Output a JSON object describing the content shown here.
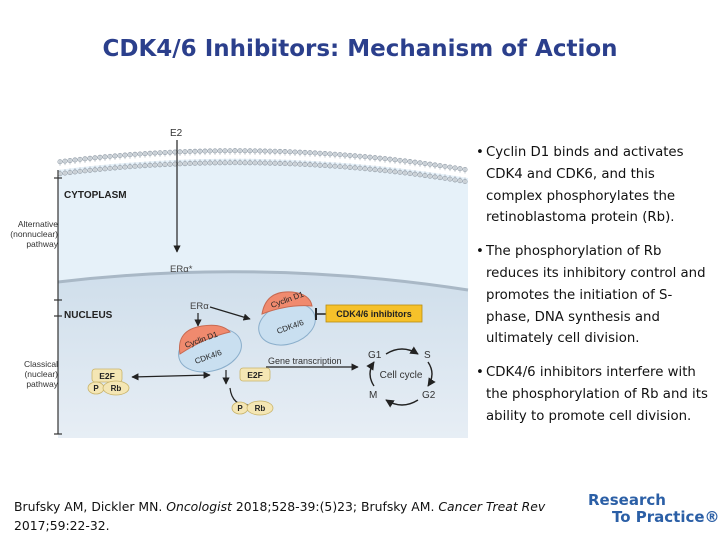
{
  "slide": {
    "title": "CDK4/6 Inhibitors: Mechanism of Action"
  },
  "diagram": {
    "e2": "E2",
    "cytoplasm": "CYTOPLASM",
    "nucleus": "NUCLEUS",
    "alt_pathway": [
      "Alternative",
      "(nonnuclear)",
      "pathway"
    ],
    "classical_pathway": [
      "Classical",
      "(nuclear)",
      "pathway"
    ],
    "er_alpha_star": "ERα*",
    "er_alpha": "ERα",
    "cyclin_d1": "Cyclin D1",
    "cdk46": "CDK4/6",
    "inhibitors_label": "CDK4/6 inhibitors",
    "gene_transcription": "Gene transcription",
    "e2f": "E2F",
    "p": "P",
    "rb": "Rb",
    "g1": "G1",
    "s": "S",
    "m": "M",
    "g2": "G2",
    "cell_cycle": "Cell cycle",
    "colors": {
      "cytoplasm": "#e6f1f9",
      "nucleus": "#d4e3ef",
      "membrane": "#9aa4ae",
      "cyclin": "#f08a6e",
      "cdk": "#c9dff0",
      "inhibitor_box": "#f6c12a",
      "e2f": "#f4e6b4"
    }
  },
  "bullets": [
    "Cyclin D1 binds and activates CDK4 and CDK6, and this complex phosphorylates the retinoblastoma protein (Rb).",
    "The phosphorylation of Rb reduces its inhibitory control and promotes the initiation of S-phase, DNA synthesis and ultimately cell division.",
    "CDK4/6 inhibitors interfere with the phosphorylation of Rb and its ability to promote cell division."
  ],
  "citation": {
    "part1": "Brufsky AM, Dickler MN. ",
    "journal1": "Oncologist",
    "part2": " 2018;528-39:(5)23; Brufsky AM. ",
    "journal2": "Cancer Treat Rev",
    "part3": " 2017;59:22-32."
  },
  "logo": {
    "line1": "Research",
    "line2": "To Practice®"
  }
}
